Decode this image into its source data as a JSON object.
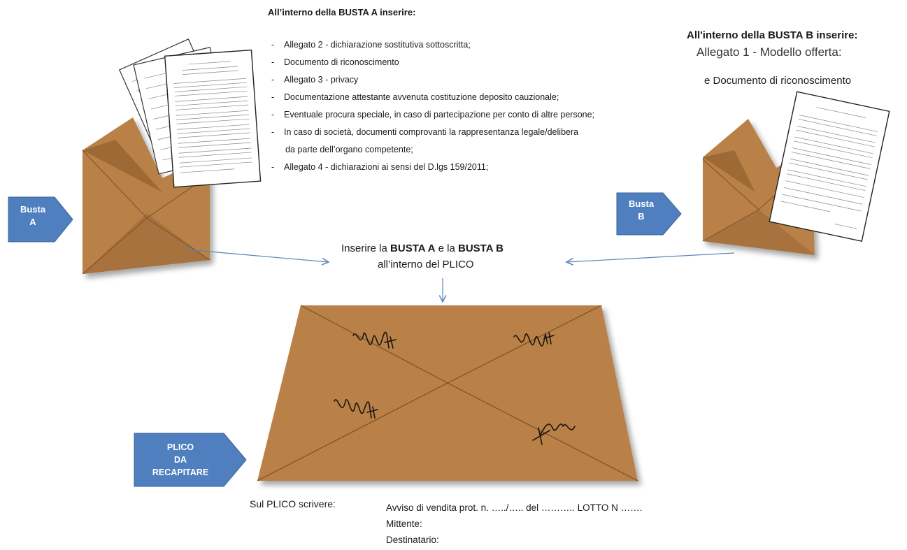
{
  "busta_a": {
    "heading": "All’interno della BUSTA A inserire:",
    "items": [
      "Allegato 2 - dichiarazione sostitutiva sottoscritta;",
      "Documento di riconoscimento",
      "Allegato 3 - privacy",
      "Documentazione attestante avvenuta costituzione deposito cauzionale;",
      "Eventuale procura speciale, in caso di partecipazione per conto di altre persone;",
      "In caso di società, documenti comprovanti la rappresentanza legale/delibera",
      "Allegato 4 - dichiarazioni ai sensi del D.lgs 159/2011;"
    ],
    "item_continuation": "da parte dell’organo competente;",
    "tag_line1": "Busta",
    "tag_line2": "A"
  },
  "busta_b": {
    "heading": "All'interno della BUSTA B inserire:",
    "line1": "Allegato 1 - Modello offerta:",
    "line2": "e Documento di riconoscimento",
    "tag_line1": "Busta",
    "tag_line2": "B"
  },
  "instruction": {
    "prefix": "Inserire la ",
    "busta_a": "BUSTA A",
    "middle": " e la ",
    "busta_b": "BUSTA B",
    "line2": "all’interno del PLICO"
  },
  "plico": {
    "tag_line1": "PLICO",
    "tag_line2": "DA",
    "tag_line3": "RECAPITARE",
    "write_label": "Sul PLICO scrivere:",
    "fields": [
      "Avviso di vendita prot. n. …../…..  del ……….. LOTTO N …….",
      "Mittente:",
      "Destinatario:"
    ]
  },
  "colors": {
    "envelope": "#b98146",
    "envelope_dark": "#8a5a2b",
    "envelope_shadow": "#6e4a25",
    "tag": "#4f7fbf",
    "arrow": "#5b86b8"
  }
}
